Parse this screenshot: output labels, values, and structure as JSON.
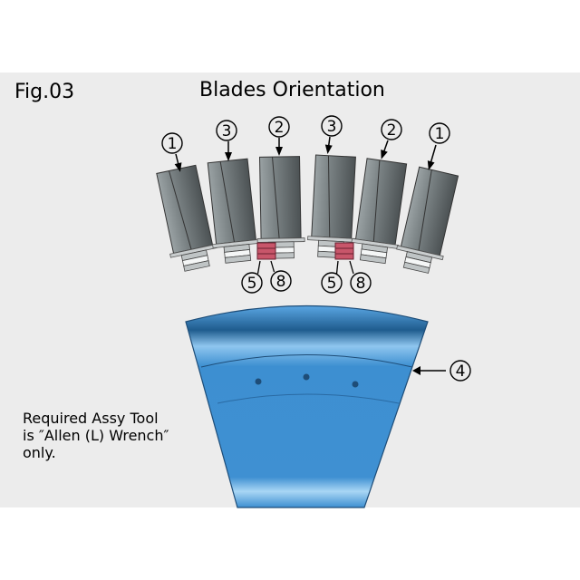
{
  "figure": {
    "label": "Fig.03",
    "title": "Blades Orientation",
    "note_lines": [
      "Required Assy Tool",
      "is ″Allen (L) Wrench″",
      "only."
    ]
  },
  "callouts": {
    "blades": [
      "1",
      "3",
      "2",
      "3",
      "2",
      "1"
    ],
    "spacers": [
      "5",
      "8",
      "5",
      "8"
    ],
    "disk": "4"
  },
  "colors": {
    "panel": "#ececec",
    "blade": "#6f7779",
    "spacer": "#c8566a",
    "disk": "#3d8fd1"
  }
}
